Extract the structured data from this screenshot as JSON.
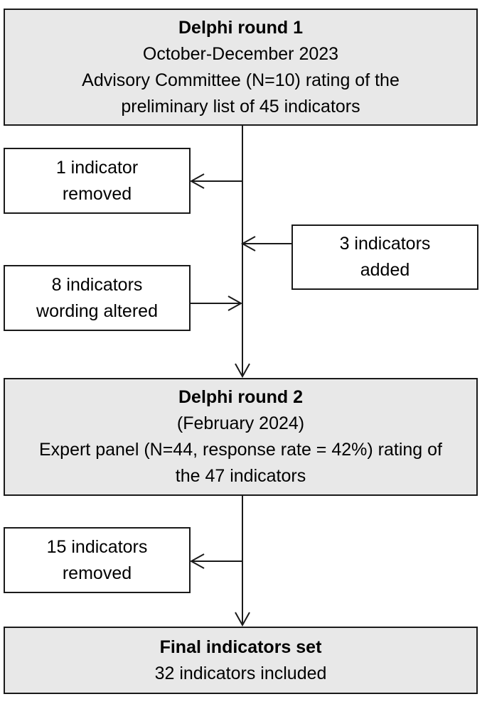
{
  "round1": {
    "title": "Delphi round 1",
    "line1": "October-December 2023",
    "line2": "Advisory Committee (N=10) rating of the",
    "line3": "preliminary list of 45 indicators"
  },
  "removed1": {
    "line1": "1 indicator",
    "line2": "removed"
  },
  "added": {
    "line1": "3 indicators",
    "line2": "added"
  },
  "altered": {
    "line1": "8 indicators",
    "line2": "wording altered"
  },
  "round2": {
    "title": "Delphi round 2",
    "line1": "(February 2024)",
    "line2": "Expert panel (N=44, response rate = 42%) rating of",
    "line3": "the 47 indicators"
  },
  "removed2": {
    "line1": "15 indicators",
    "line2": "removed"
  },
  "final": {
    "title": "Final indicators set",
    "line1": "32 indicators included"
  }
}
